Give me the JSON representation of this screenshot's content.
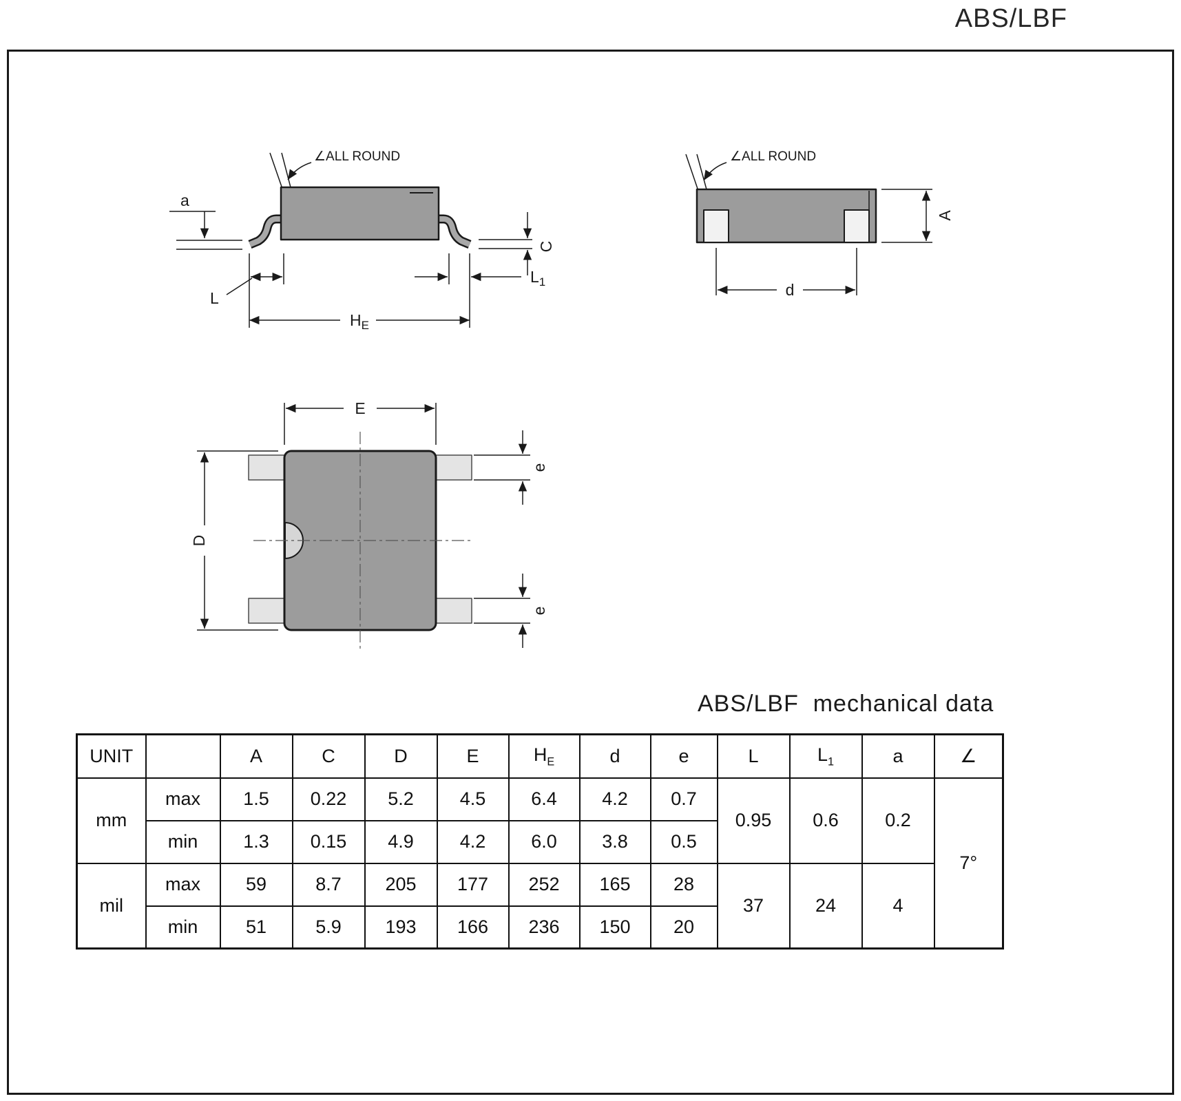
{
  "page": {
    "title": "ABS/LBF"
  },
  "colors": {
    "body_gray": "#9c9c9c",
    "lead_gray": "#e4e4e4",
    "line": "#1a1a1a"
  },
  "drawing": {
    "all_round": "∠ALL ROUND",
    "labels": {
      "a": "a",
      "L": "L",
      "L1_base": "L",
      "L1_sub": "1",
      "HE_base": "H",
      "HE_sub": "E",
      "C": "C",
      "A": "A",
      "d": "d",
      "E": "E",
      "D": "D",
      "e": "e"
    }
  },
  "table": {
    "title": "ABS/LBF  mechanical data",
    "unit": "UNIT",
    "h": {
      "A": "A",
      "C": "C",
      "D": "D",
      "E": "E",
      "HE_base": "H",
      "HE_sub": "E",
      "d": "d",
      "e": "e",
      "L": "L",
      "L1_base": "L",
      "L1_sub": "1",
      "a": "a",
      "angle": "∠"
    },
    "rows": {
      "mm": "mm",
      "mil": "mil",
      "max": "max",
      "min": "min"
    },
    "mm_max": {
      "A": "1.5",
      "C": "0.22",
      "D": "5.2",
      "E": "4.5",
      "HE": "6.4",
      "d": "4.2",
      "e": "0.7"
    },
    "mm_min": {
      "A": "1.3",
      "C": "0.15",
      "D": "4.9",
      "E": "4.2",
      "HE": "6.0",
      "d": "3.8",
      "e": "0.5"
    },
    "mm_span": {
      "L": "0.95",
      "L1": "0.6",
      "a": "0.2"
    },
    "mil_max": {
      "A": "59",
      "C": "8.7",
      "D": "205",
      "E": "177",
      "HE": "252",
      "d": "165",
      "e": "28"
    },
    "mil_min": {
      "A": "51",
      "C": "5.9",
      "D": "193",
      "E": "166",
      "HE": "236",
      "d": "150",
      "e": "20"
    },
    "mil_span": {
      "L": "37",
      "L1": "24",
      "a": "4"
    },
    "angle_value": "7°"
  }
}
